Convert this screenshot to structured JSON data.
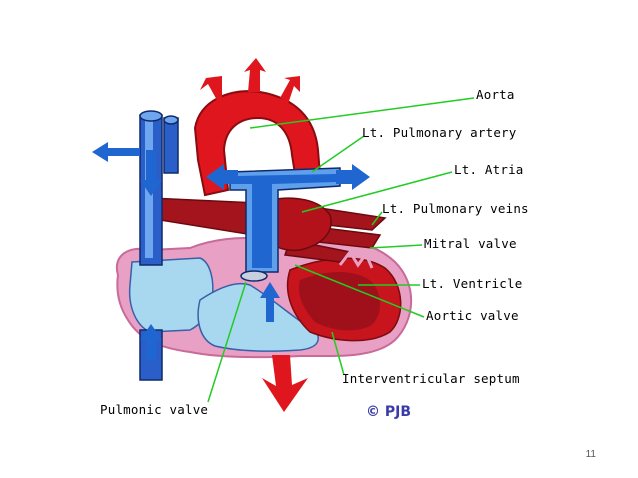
{
  "labels": {
    "aorta": "Aorta",
    "lt_pulmonary_artery": "Lt. Pulmonary artery",
    "lt_atria": "Lt. Atria",
    "lt_pulmonary_veins": "Lt. Pulmonary veins",
    "mitral_valve": "Mitral valve",
    "lt_ventricle": "Lt. Ventricle",
    "aortic_valve": "Aortic valve",
    "interventricular_septum": "Interventricular septum",
    "pulmonic_valve": "Pulmonic valve"
  },
  "copyright": "© PJB",
  "page_number": "11",
  "colors": {
    "oxygenated": "#e0161e",
    "oxygenated_dark": "#9b1218",
    "deoxygenated_chamber": "#a8d8f0",
    "deoxygenated_vessel": "#1f66d1",
    "pericardium": "#e8a0c4",
    "leader_line": "#22cc22"
  }
}
